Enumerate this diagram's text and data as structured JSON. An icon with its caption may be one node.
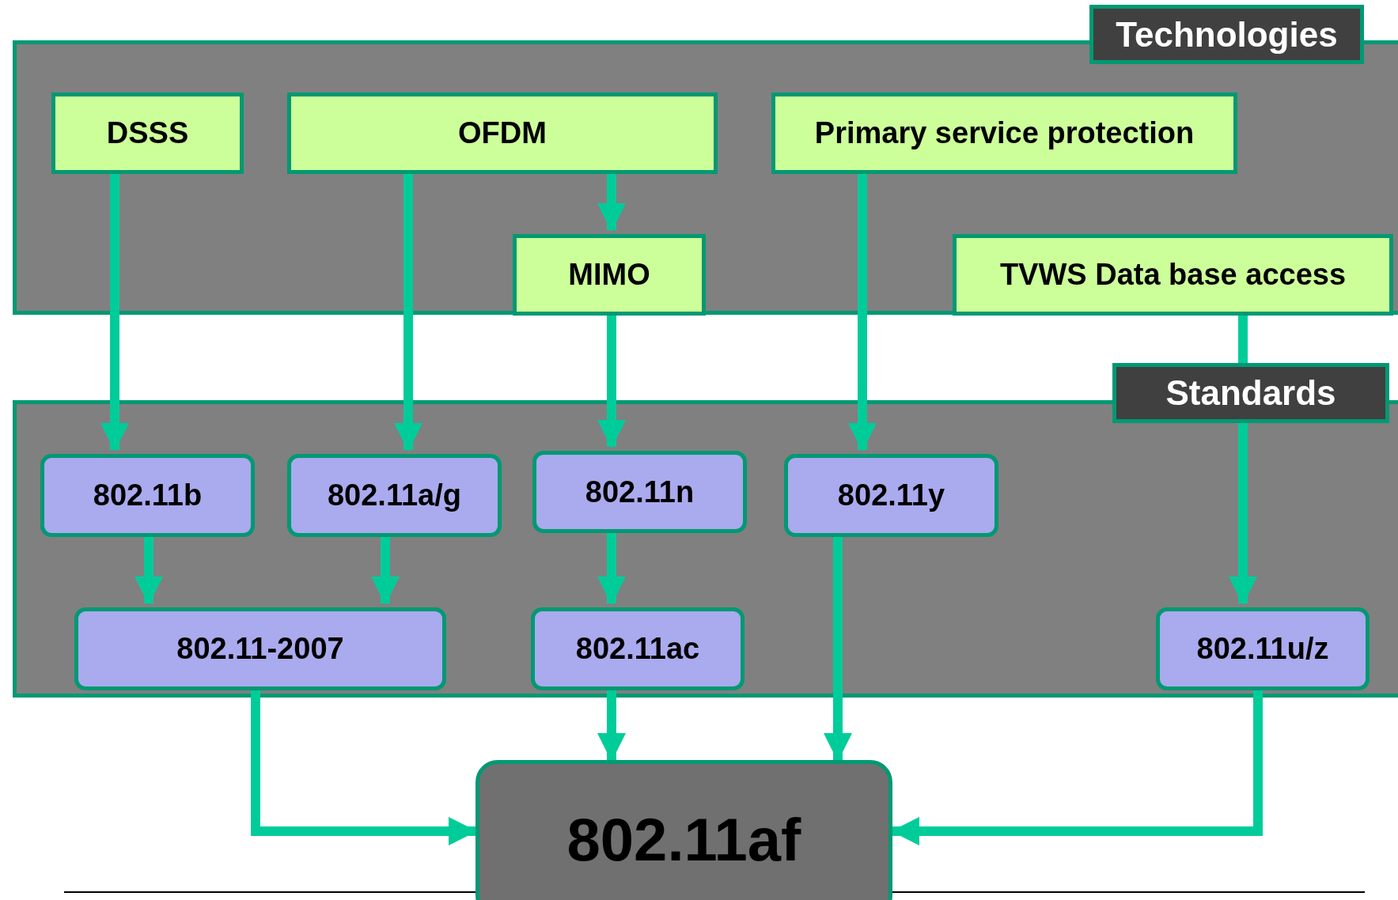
{
  "diagram": {
    "nodes": [
      {
        "text": [
          "Technologies"
        ]
      },
      {
        "text": [
          "DSSS"
        ],
        "in": 0
      },
      {
        "text": [
          "OFDM"
        ],
        "in": 0
      },
      {
        "text": [
          "Primary service protection"
        ],
        "in": 0
      },
      {
        "text": [
          "MIMO"
        ],
        "in": 0
      },
      {
        "text": [
          "TVWS Data base access"
        ],
        "in": 0
      },
      {
        "text": [
          "Standards"
        ]
      },
      {
        "text": [
          "802.11b"
        ],
        "in": 6
      },
      {
        "text": [
          "802.11a/g"
        ],
        "in": 6
      },
      {
        "text": [
          "802.11n"
        ],
        "in": 6
      },
      {
        "text": [
          "802.11y"
        ],
        "in": 6
      },
      {
        "text": [
          "802.11-2007"
        ],
        "in": 6
      },
      {
        "text": [
          "802.11ac"
        ],
        "in": 6
      },
      {
        "text": [
          "802.11u/z"
        ],
        "in": 6
      },
      {
        "text": [
          "802.11af"
        ]
      }
    ],
    "edges": [
      {
        "from": 1,
        "to": 7,
        "arrow": "to"
      },
      {
        "from": 2,
        "to": 8,
        "arrow": "to"
      },
      {
        "from": 2,
        "to": 4,
        "arrow": "to"
      },
      {
        "from": 4,
        "to": 9,
        "arrow": "to"
      },
      {
        "from": 3,
        "to": 10,
        "arrow": "to"
      },
      {
        "from": 5,
        "to": 13,
        "arrow": "to"
      },
      {
        "from": 7,
        "to": 11,
        "arrow": "to"
      },
      {
        "from": 8,
        "to": 11,
        "arrow": "to"
      },
      {
        "from": 9,
        "to": 12,
        "arrow": "to"
      },
      {
        "from": 12,
        "to": 14,
        "arrow": "to"
      },
      {
        "from": 10,
        "to": 14,
        "arrow": "to"
      },
      {
        "from": 11,
        "to": 14,
        "arrow": "to"
      },
      {
        "from": 13,
        "to": 14,
        "arrow": "to"
      }
    ]
  }
}
